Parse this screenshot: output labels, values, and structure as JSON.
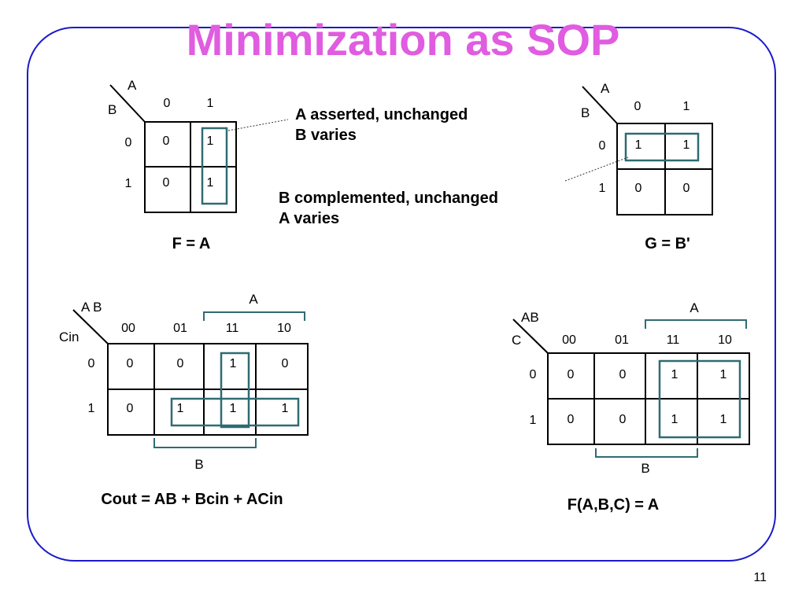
{
  "slide": {
    "title": "Minimization as SOP",
    "page_number": "11",
    "accent_color": "#e05ce0",
    "frame_color": "#1a1acc",
    "loop_color": "#2f6b73"
  },
  "map_f": {
    "var_top": "A",
    "var_side": "B",
    "col_headers": [
      "0",
      "1"
    ],
    "row_headers": [
      "0",
      "1"
    ],
    "cells": [
      [
        "0",
        "1"
      ],
      [
        "0",
        "1"
      ]
    ],
    "note_lines": [
      "A asserted, unchanged",
      "B varies"
    ],
    "equation": "F = A"
  },
  "map_g": {
    "var_top": "A",
    "var_side": "B",
    "col_headers": [
      "0",
      "1"
    ],
    "row_headers": [
      "0",
      "1"
    ],
    "cells": [
      [
        "1",
        "1"
      ],
      [
        "0",
        "0"
      ]
    ],
    "note_lines": [
      "B complemented, unchanged",
      "A varies"
    ],
    "equation": "G = B'"
  },
  "map_cout": {
    "var_top": "A B",
    "var_side": "Cin",
    "brace_top": "A",
    "brace_bottom": "B",
    "col_headers": [
      "00",
      "01",
      "11",
      "10"
    ],
    "row_headers": [
      "0",
      "1"
    ],
    "cells": [
      [
        "0",
        "0",
        "1",
        "0"
      ],
      [
        "0",
        "1",
        "1",
        "1"
      ]
    ],
    "equation": "Cout = AB + Bcin + ACin"
  },
  "map_abc": {
    "var_top": "AB",
    "var_side": "C",
    "brace_top": "A",
    "brace_bottom": "B",
    "col_headers": [
      "00",
      "01",
      "11",
      "10"
    ],
    "row_headers": [
      "0",
      "1"
    ],
    "cells": [
      [
        "0",
        "0",
        "1",
        "1"
      ],
      [
        "0",
        "0",
        "1",
        "1"
      ]
    ],
    "equation": "F(A,B,C) = A"
  }
}
